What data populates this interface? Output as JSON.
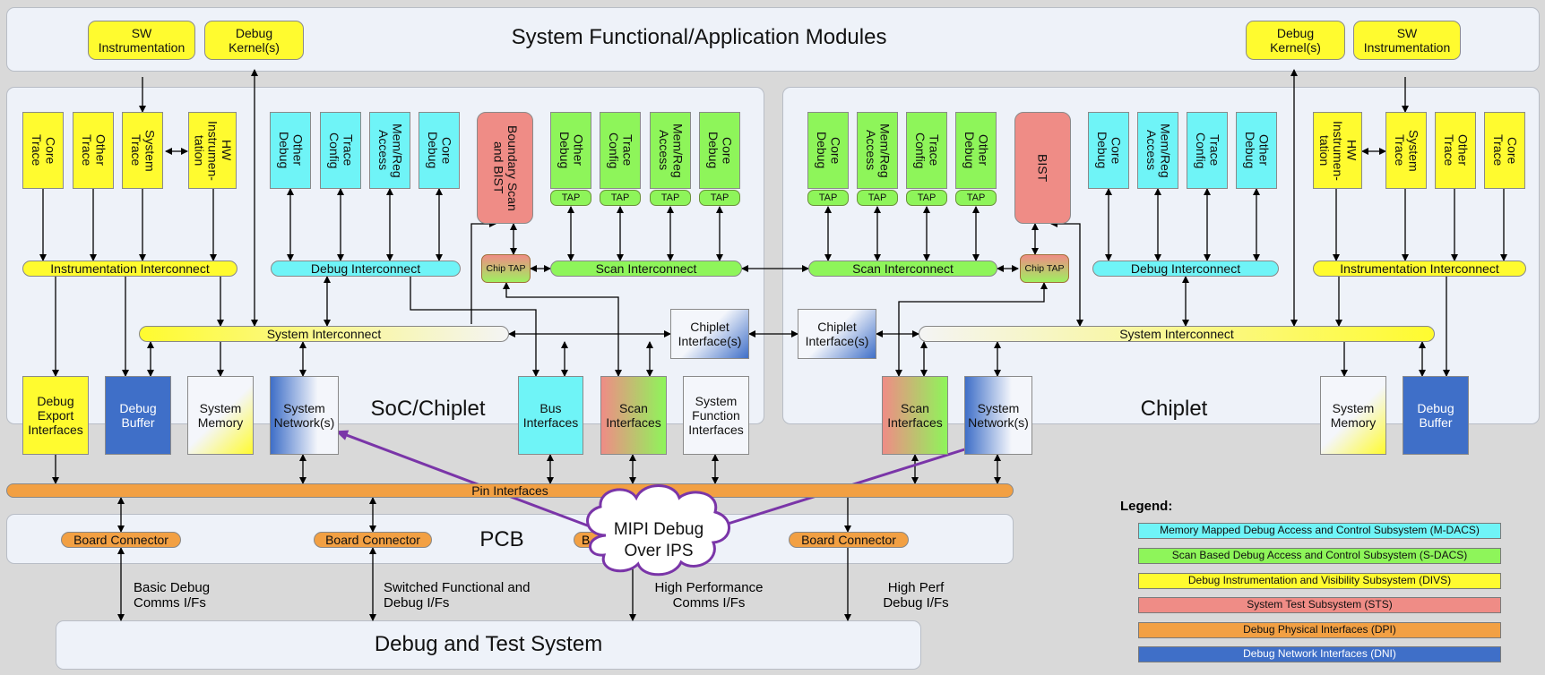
{
  "top_panel": {
    "title": "System Functional/Application Modules"
  },
  "left_soc": {
    "sw_instrumentation": "SW\nInstrumentation",
    "debug_kernels": "Debug\nKernel(s)",
    "core_trace": "Core\nTrace",
    "other_trace": "Other\nTrace",
    "system_trace": "System\nTrace",
    "hw_instrumentation": "HW\nInstrumen-\ntation",
    "other_debug": "Other\nDebug",
    "trace_config": "Trace\nConfig",
    "mem_reg_access": "Mem/Reg\nAccess",
    "core_debug": "Core\nDebug",
    "boundary_scan": "Boundary Scan\nand BIST",
    "scan_other_debug": "Other\nDebug",
    "scan_trace_config": "Trace\nConfig",
    "scan_mem_reg_access": "Mem/Reg\nAccess",
    "scan_core_debug": "Core\nDebug",
    "tap": "TAP",
    "chip_tap": "Chip TAP",
    "instrumentation_interconnect": "Instrumentation Interconnect",
    "debug_interconnect": "Debug Interconnect",
    "scan_interconnect": "Scan Interconnect",
    "system_interconnect": "System Interconnect",
    "chiplet_interfaces": "Chiplet\nInterface(s)",
    "debug_export_interfaces": "Debug\nExport\nInterfaces",
    "debug_buffer": "Debug\nBuffer",
    "system_memory": "System\nMemory",
    "system_networks": "System\nNetwork(s)",
    "title": "SoC/Chiplet",
    "bus_interfaces": "Bus\nInterfaces",
    "scan_interfaces": "Scan\nInterfaces",
    "system_function_interfaces": "System\nFunction\nInterfaces"
  },
  "right_chiplet": {
    "debug_kernels": "Debug\nKernel(s)",
    "sw_instrumentation": "SW\nInstrumentation",
    "core_debug": "Core\nDebug",
    "mem_reg_access": "Mem/Reg\nAccess",
    "trace_config": "Trace\nConfig",
    "other_debug": "Other\nDebug",
    "bist": "BIST",
    "mm_core_debug": "Core\nDebug",
    "mm_mem_reg_access": "Mem/Reg\nAccess",
    "mm_trace_config": "Trace\nConfig",
    "mm_other_debug": "Other\nDebug",
    "hw_instrumentation": "HW\nInstrumen-\ntation",
    "system_trace": "System\nTrace",
    "other_trace": "Other\nTrace",
    "core_trace": "Core\nTrace",
    "tap": "TAP",
    "chip_tap": "Chip TAP",
    "scan_interconnect": "Scan Interconnect",
    "debug_interconnect": "Debug Interconnect",
    "instrumentation_interconnect": "Instrumentation Interconnect",
    "chiplet_interfaces": "Chiplet\nInterface(s)",
    "system_interconnect": "System Interconnect",
    "scan_interfaces": "Scan\nInterfaces",
    "system_networks": "System\nNetwork(s)",
    "title": "Chiplet",
    "system_memory": "System\nMemory",
    "debug_buffer": "Debug\nBuffer"
  },
  "pin_interfaces": "Pin Interfaces",
  "pcb": {
    "title": "PCB",
    "board_connector": "Board Connector",
    "board_connector_partial": "B"
  },
  "callout": "MIPI Debug\nOver IPS",
  "links": {
    "basic": "Basic Debug\nComms I/Fs",
    "switched": "Switched Functional and\nDebug I/Fs",
    "high_perf_comms": "High Performance\nComms I/Fs",
    "high_perf_debug": "High Perf\nDebug I/Fs"
  },
  "debug_test_system": "Debug and Test System",
  "legend": {
    "title": "Legend:",
    "items": [
      {
        "label": "Memory Mapped Debug Access and Control Subsystem (M-DACS)",
        "color": "#6ff4f7"
      },
      {
        "label": "Scan Based Debug Access and Control Subsystem (S-DACS)",
        "color": "#8ef55a"
      },
      {
        "label": "Debug Instrumentation and Visibility Subsystem (DIVS)",
        "color": "#fffb2f"
      },
      {
        "label": "System Test Subsystem (STS)",
        "color": "#ef8c86"
      },
      {
        "label": "Debug Physical Interfaces (DPI)",
        "color": "#f2a043"
      },
      {
        "label": "Debug Network Interfaces (DNI)",
        "color": "#3f6fc8"
      }
    ]
  },
  "colors": {
    "divs": "#fffb2f",
    "mdacs": "#6ff4f7",
    "sdacs": "#8ef55a",
    "sts": "#ef8c86",
    "dpi": "#f2a043",
    "dni": "#3f6fc8",
    "callout_arrow": "#7a35a8"
  }
}
